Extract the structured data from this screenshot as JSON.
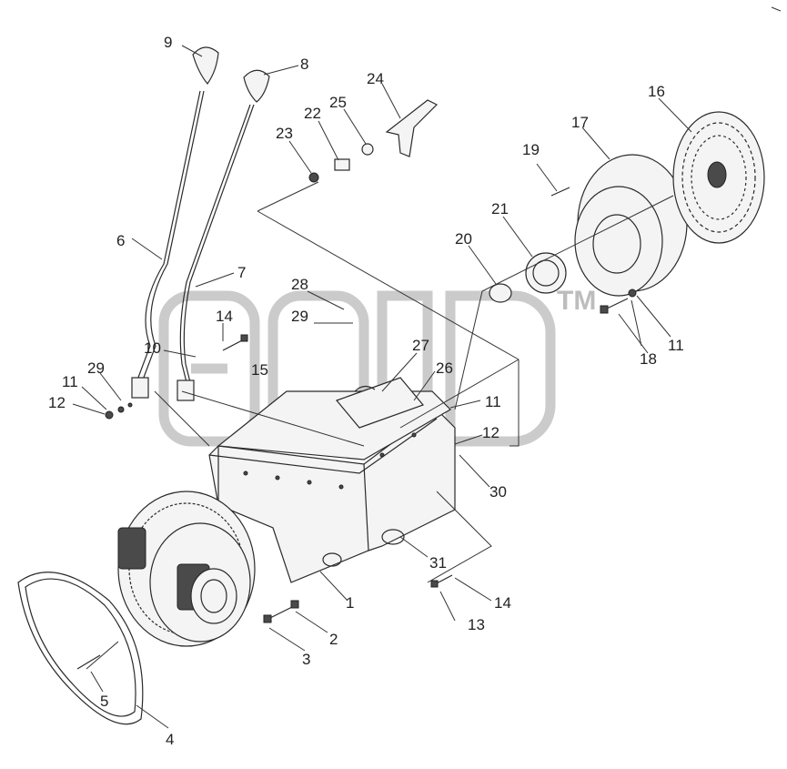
{
  "figure": {
    "watermark": "TM",
    "callouts": [
      {
        "id": "c1",
        "text": "1"
      },
      {
        "id": "c2",
        "text": "2"
      },
      {
        "id": "c3",
        "text": "3"
      },
      {
        "id": "c4",
        "text": "4"
      },
      {
        "id": "c5",
        "text": "5"
      },
      {
        "id": "c6",
        "text": "6"
      },
      {
        "id": "c7",
        "text": "7"
      },
      {
        "id": "c8",
        "text": "8"
      },
      {
        "id": "c9",
        "text": "9"
      },
      {
        "id": "c10",
        "text": "10"
      },
      {
        "id": "c11a",
        "text": "11"
      },
      {
        "id": "c11b",
        "text": "11"
      },
      {
        "id": "c11c",
        "text": "11"
      },
      {
        "id": "c12a",
        "text": "12"
      },
      {
        "id": "c12b",
        "text": "12"
      },
      {
        "id": "c13",
        "text": "13"
      },
      {
        "id": "c14a",
        "text": "14"
      },
      {
        "id": "c14b",
        "text": "14"
      },
      {
        "id": "c15",
        "text": "15"
      },
      {
        "id": "c16",
        "text": "16"
      },
      {
        "id": "c17",
        "text": "17"
      },
      {
        "id": "c18",
        "text": "18"
      },
      {
        "id": "c19",
        "text": "19"
      },
      {
        "id": "c20",
        "text": "20"
      },
      {
        "id": "c21",
        "text": "21"
      },
      {
        "id": "c22",
        "text": "22"
      },
      {
        "id": "c23",
        "text": "23"
      },
      {
        "id": "c24",
        "text": "24"
      },
      {
        "id": "c25",
        "text": "25"
      },
      {
        "id": "c26",
        "text": "26"
      },
      {
        "id": "c27",
        "text": "27"
      },
      {
        "id": "c28",
        "text": "28"
      },
      {
        "id": "c29a",
        "text": "29"
      },
      {
        "id": "c29b",
        "text": "29"
      },
      {
        "id": "c30",
        "text": "30"
      },
      {
        "id": "c31",
        "text": "31"
      }
    ]
  }
}
